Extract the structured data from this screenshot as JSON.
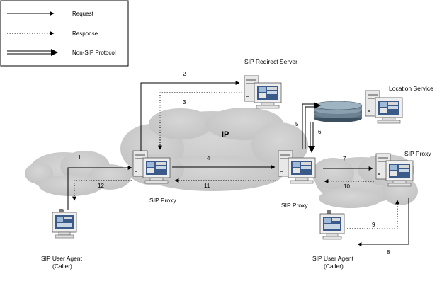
{
  "legend": {
    "request": "Request",
    "response": "Response",
    "non_sip": "Non-SIP Protocol"
  },
  "network_label": "IP",
  "nodes": {
    "redirect_server": "SIP Redirect Server",
    "location_service": "Location Service",
    "proxy_left": "SIP Proxy",
    "proxy_center": "SIP Proxy",
    "proxy_right": "SIP Proxy",
    "caller_left_line1": "SIP User Agent",
    "caller_left_line2": "(Caller)",
    "caller_right_line1": "SIP User Agent",
    "caller_right_line2": "(Caller)"
  },
  "steps": {
    "s1": "1",
    "s2": "2",
    "s3": "3",
    "s4": "4",
    "s5": "5",
    "s6": "6",
    "s7": "7",
    "s8": "8",
    "s9": "9",
    "s10": "10",
    "s11": "11",
    "s12": "12"
  },
  "colors": {
    "cloud_fill": "#cbcbcb",
    "cloud_edge": "#b5b5b5",
    "screen": "#3a5a8a",
    "device_body": "#e9e9e9",
    "line": "#000000"
  }
}
